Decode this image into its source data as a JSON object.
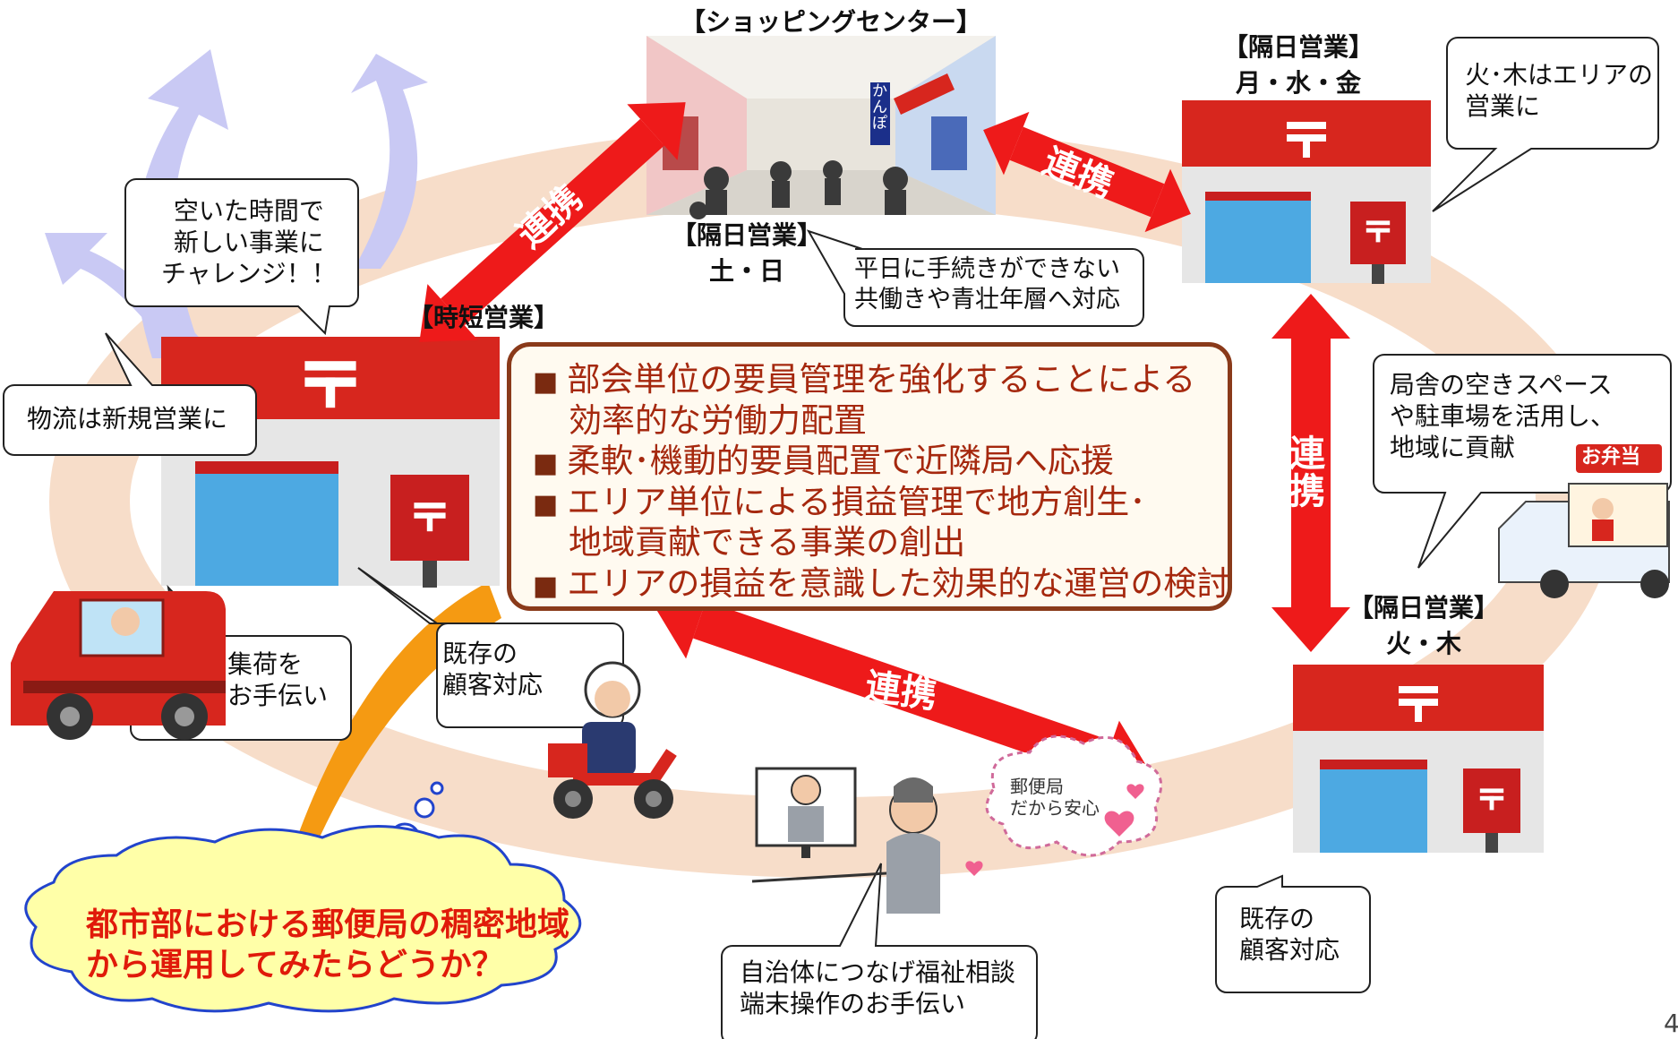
{
  "shopping_center": {
    "title": "【ショッピングセンター】",
    "sign_text": "かんぽ",
    "schedule_header": "【隔日営業】",
    "schedule_days": "土・日"
  },
  "office_mwf": {
    "header": "【隔日営業】",
    "days": "月・水・金"
  },
  "office_tt": {
    "header": "【隔日営業】",
    "days": "火・木"
  },
  "office_short": {
    "header": "【時短営業】"
  },
  "links": {
    "top_left": "連携",
    "top_right": "連携",
    "right": "連\n携",
    "bottom": "連携"
  },
  "bubbles": {
    "challenge": "空いた時間で\n新しい事業に\nチャレンジ！！",
    "logistics": "物流は新規営業に",
    "pickup": "集荷を\nお手伝い",
    "existing_left": "既存の\n顧客対応",
    "weekday": "平日に手続きができない\n共働きや青壮年層へ対応",
    "area_tt": "火･木はエリアの\n営業に",
    "space": "局舎の空きスペース\nや駐車場を活用し、\n地域に貢献",
    "bento": "お弁当",
    "existing_right": "既存の\n顧客対応",
    "welfare": "自治体につなげ福祉相談\n端末操作のお手伝い",
    "anshin": "郵便局\nだから安心"
  },
  "main_points": [
    "部会単位の要員管理を強化することによる\n効率的な労働力配置",
    "柔軟･機動的要員配置で近隣局へ応援",
    "エリア単位による損益管理で地方創生･\n地域貢献できる事業の創出",
    "エリアの損益を意識した効果的な運営の検討"
  ],
  "cloud": "都市部における郵便局の稠密地域\nから運用してみたらどうか？",
  "page_number": "4",
  "colors": {
    "post_red": "#d7261e",
    "link_red": "#ee1a1a",
    "ring": "#f7ddc9",
    "arrow_blue": "#c9c9f4",
    "arrow_orange": "#f59a12",
    "main_text": "#a5280e",
    "cloud_fill": "#ffffa8",
    "cloud_stroke": "#2244cc"
  }
}
